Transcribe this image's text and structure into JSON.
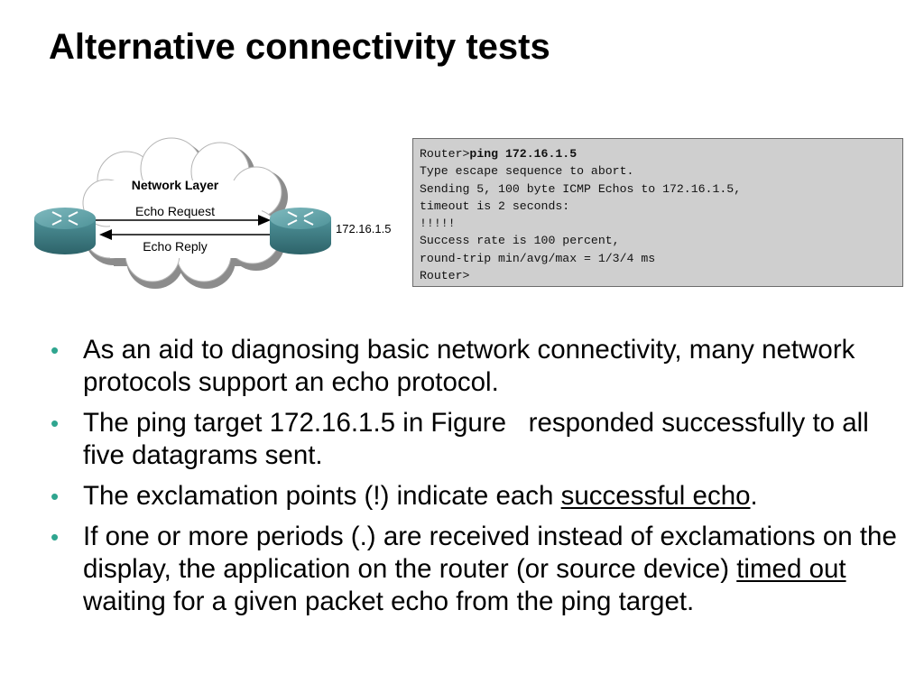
{
  "slide": {
    "title": "Alternative connectivity tests"
  },
  "diagram": {
    "cloud_label": "Network Layer",
    "request_label": "Echo Request",
    "reply_label": "Echo Reply",
    "target_ip": "172.16.1.5",
    "icons": [
      "router-icon",
      "cloud-icon",
      "arrow-icon"
    ],
    "colors": {
      "router_body": "#3f7f86",
      "router_top": "#63a4aa",
      "cloud_fill": "#ffffff",
      "cloud_shadow": "#8c8c8c"
    }
  },
  "terminal": {
    "prompt_prefix": "Router>",
    "command": "ping 172.16.1.5",
    "lines": [
      "Type escape sequence to abort.",
      "Sending 5, 100 byte ICMP Echos to 172.16.1.5,",
      "timeout is 2 seconds:",
      "!!!!!",
      "Success rate is 100 percent,",
      "round-trip min/avg/max = 1/3/4 ms",
      "Router>"
    ],
    "background_color": "#cfcfcf"
  },
  "bullets": [
    {
      "text": "As an aid to diagnosing basic network connectivity, many network protocols support an echo protocol."
    },
    {
      "text": "The ping target 172.16.1.5 in Figure   responded successfully to all five datagrams sent."
    },
    {
      "text_before": "The exclamation points (!) indicate each ",
      "underlined": "successful echo",
      "text_after": "."
    },
    {
      "text_before": "If one or more periods (.) are received instead of exclamations on the display, the application on the router (or source device) ",
      "underlined": "timed out",
      "text_after": " waiting for a given packet echo from the ping target."
    }
  ],
  "accent_color": "#2fa58f"
}
